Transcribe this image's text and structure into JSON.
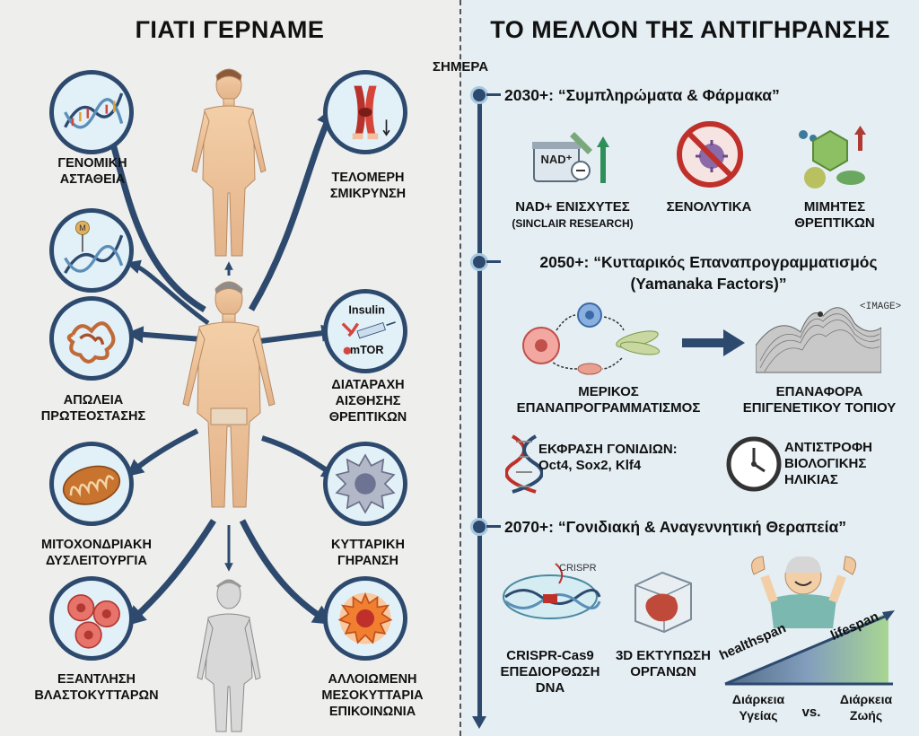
{
  "left": {
    "title": "ΓΙΑΤΙ ΓΕΡΝΑΜΕ",
    "hallmarks": [
      {
        "line1": "ΓΕΝΟΜΙΚΗ",
        "line2": "ΑΣΤΑΘΕΙΑ"
      },
      {
        "line1": "ΤΕΛΟΜΕΡΗ",
        "line2": "ΣΜΙΚΡΥΝΣΗ"
      },
      {
        "line1": "ΑΠΩΛΕΙΑ",
        "line2": "ΠΡΩΤΕΟΣΤΑΣΗΣ"
      },
      {
        "line1": "ΔΙΑΤΑΡΑΧΗ",
        "line2": "ΑΙΣΘΗΣΗΣ",
        "line3": "ΘΡΕΠΤΙΚΩΝ"
      },
      {
        "line1": "ΜΙΤΟΧΟΝΔΡΙΑΚΗ",
        "line2": "ΔΥΣΛΕΙΤΟΥΡΓΙΑ"
      },
      {
        "line1": "ΚΥΤΤΑΡΙΚΗ",
        "line2": "ΓΗΡΑΝΣΗ"
      },
      {
        "line1": "ΕΞΑΝΤΛΗΣΗ",
        "line2": "ΒΛΑΣΤΟΚΥΤΤΑΡΩΝ"
      },
      {
        "line1": "ΑΛΛΟΙΩΜΕΝΗ",
        "line2": "ΜΕΣΟΚΥΤΤΑΡΙΑ",
        "line3": "ΕΠΙΚΟΙΝΩΝΙΑ"
      }
    ],
    "icon_text": {
      "insulin": "Insulin",
      "mtor": "mTOR",
      "m_tag": "M"
    }
  },
  "right": {
    "title": "ΤΟ ΜΕΛΛΟΝ ΤΗΣ ΑΝΤΙΓΗΡΑΝΣΗΣ",
    "today": "ΣΗΜΕΡΑ",
    "era1": {
      "heading": "2030+: “Συμπληρώματα & Φάρμακα”",
      "nad_tag": "NAD⁺",
      "items": [
        {
          "line1": "NAD+ ΕΝΙΣΧΥΤΕΣ",
          "line2": "(SINCLAIR RESEARCH)"
        },
        {
          "line1": "ΣΕΝΟΛΥΤΙΚΑ"
        },
        {
          "line1": "ΜΙΜΗΤΕΣ",
          "line2": "ΘΡΕΠΤΙΚΩΝ"
        }
      ]
    },
    "era2": {
      "heading_line1": "2050+: “Κυτταρικός Επαναπρογραμματισμός",
      "heading_line2": "(Yamanaka Factors)”",
      "image_tag": "<IMAGE>",
      "reprog": {
        "line1": "ΜΕΡΙΚΟΣ",
        "line2": "ΕΠΑΝΑΠΡΟΓΡΑΜΜΑΤΙΣΜΟΣ"
      },
      "landscape": {
        "line1": "ΕΠΑΝΑΦΟΡΑ",
        "line2": "ΕΠΙΓΕΝΕΤΙΚΟΥ ΤΟΠΙΟΥ"
      },
      "genes": {
        "line1": "ΕΚΦΡΑΣΗ ΓΟΝΙΔΙΩΝ:",
        "line2": "Oct4, Sox2, Klf4"
      },
      "reverse": {
        "line1": "ΑΝΤΙΣΤΡΟΦΗ",
        "line2": "ΒΙΟΛΟΓΙΚΗΣ",
        "line3": "ΗΛΙΚΙΑΣ"
      }
    },
    "era3": {
      "heading": "2070+: “Γονιδιακή & Αναγεννητική Θεραπεία”",
      "crispr_tag": "CRISPR",
      "crispr": {
        "line1": "CRISPR-Cas9",
        "line2": "ΕΠΕΔΙΟΡΘΩΣΗ",
        "line3": "DNA"
      },
      "printing": {
        "line1": "3D ΕΚΤΥΠΩΣΗ",
        "line2": "ΟΡΓΑΝΩΝ"
      },
      "healthspan": "healthspan",
      "lifespan": "lifespan",
      "health_label": {
        "line1": "Διάρκεια",
        "line2": "Υγείας"
      },
      "vs": "vs.",
      "life_label": {
        "line1": "Διάρκεια",
        "line2": "Ζωής"
      }
    }
  },
  "colors": {
    "navy": "#2d4a6e",
    "timeline_bg": "#e4eef3",
    "left_bg": "#eeeeec"
  }
}
